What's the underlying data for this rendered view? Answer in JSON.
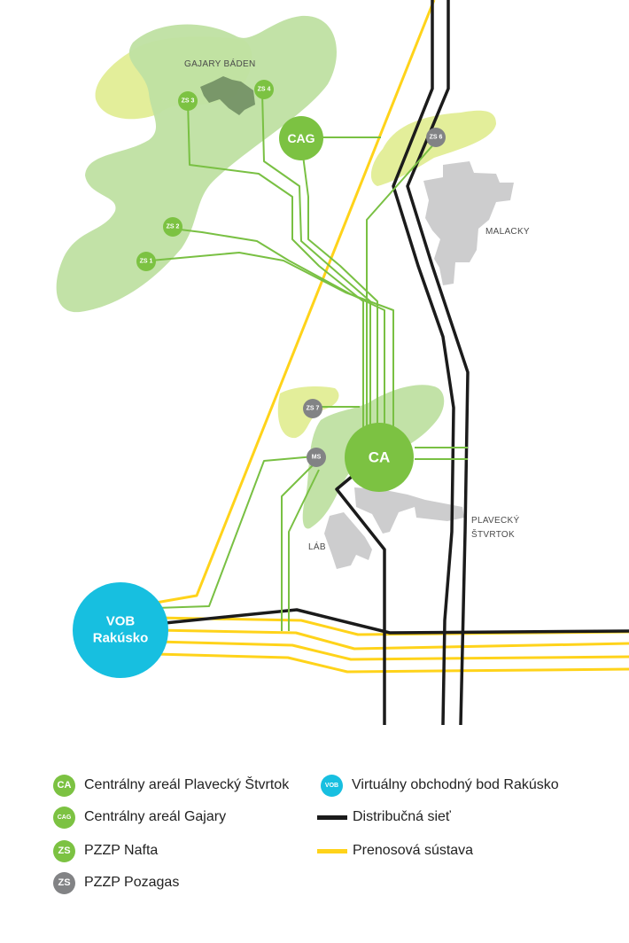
{
  "colors": {
    "green_node": "#7cc242",
    "green_line": "#79c043",
    "green_area": "#bfe0a2",
    "yellow_area": "#e3ee9a",
    "grey_node": "#828385",
    "grey_town": "#cdcdce",
    "vob": "#17bfe0",
    "distribution": "#1b1b1b",
    "transmission": "#ffd31a",
    "text": "#222222"
  },
  "places": {
    "gajary": "GAJARY BÁDEN",
    "malacky": "MALACKY",
    "plavecky_1": "PLAVECKÝ",
    "plavecky_2": "ŠTVRTOK",
    "lab": "LÁB"
  },
  "nodes": {
    "cag": "CAG",
    "ca": "CA",
    "vob_1": "VOB",
    "vob_2": "Rakúsko",
    "zs1": "ZS 1",
    "zs2": "ZS 2",
    "zs3": "ZS 3",
    "zs4": "ZS 4",
    "zs6": "ZS 6",
    "zs7": "ZS 7",
    "ms": "MS"
  },
  "legend": {
    "ca": {
      "badge": "CA",
      "text": "Centrálny areál Plavecký Štvrtok"
    },
    "cag": {
      "badge": "CAG",
      "text": "Centrálny areál Gajary"
    },
    "zs_green": {
      "badge": "ZS",
      "text": "PZZP Nafta"
    },
    "zs_grey": {
      "badge": "ZS",
      "text": "PZZP Pozagas"
    },
    "vob": {
      "badge": "VOB",
      "text": "Virtuálny obchodný bod Rakúsko"
    },
    "distribution": {
      "text": "Distribučná sieť"
    },
    "transmission": {
      "text": "Prenosová sústava"
    }
  }
}
